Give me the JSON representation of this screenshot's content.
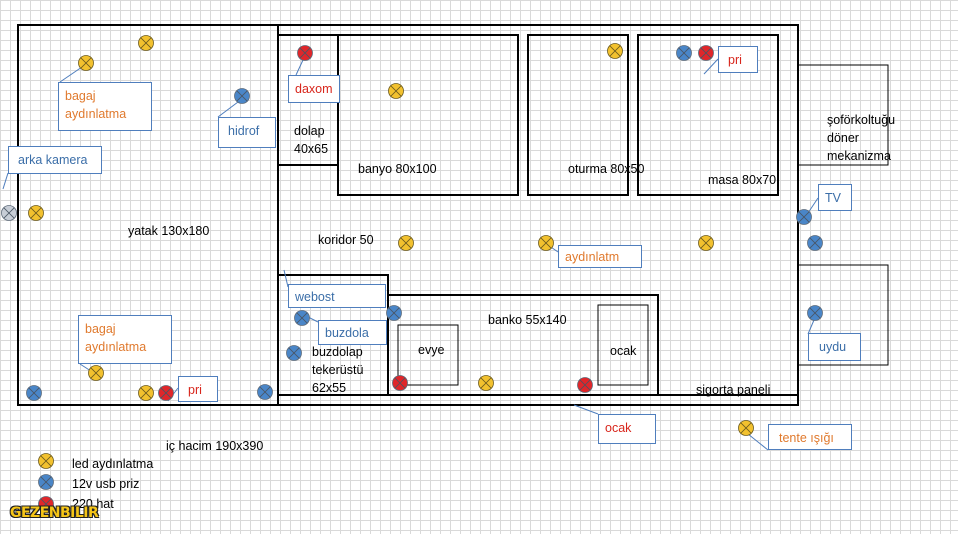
{
  "rooms": {
    "yatak": "yatak 130x180",
    "dolap": "dolap\n40x65",
    "banyo": "banyo 80x100",
    "oturma": "oturma 80x50",
    "masa": "masa 80x70",
    "koridor": "koridor 50",
    "banko": "banko 55x140",
    "evye": "evye",
    "ocak": "ocak",
    "buzdolap": "buzdolap\ntekerüstü\n62x55",
    "sigorta": "sigorta paneli",
    "sofor": "şoförkoltuğu\ndöner\nmekanizma",
    "ic_hacim": "iç hacim 190x390"
  },
  "callouts": {
    "bagaj_top": "bagaj\naydınlatma",
    "bagaj_bottom": "bagaj\naydınlatma",
    "arka_kamera": "arka kamera",
    "hidrof": "hidrof",
    "daxom": "daxom",
    "pri_top": "pri",
    "pri_bottom": "pri",
    "tv": "TV",
    "aydinlatm": "aydınlatm",
    "webost": "webost",
    "buzdola": "buzdola",
    "uydu": "uydu",
    "ocak": "ocak",
    "tente": "tente ışığı"
  },
  "legend": {
    "led": "led aydınlatma",
    "usb": "12v usb priz",
    "hat": "220 hat"
  },
  "logo": "GEZENBILIR",
  "colors": {
    "led": "#f2c12e",
    "usb": "#4a86c8",
    "hat": "#e0262a",
    "callout_border": "#4f7ebd",
    "orange_text": "#e07a2e",
    "blue_text": "#3b6ea8",
    "red_text": "#d8261c"
  }
}
